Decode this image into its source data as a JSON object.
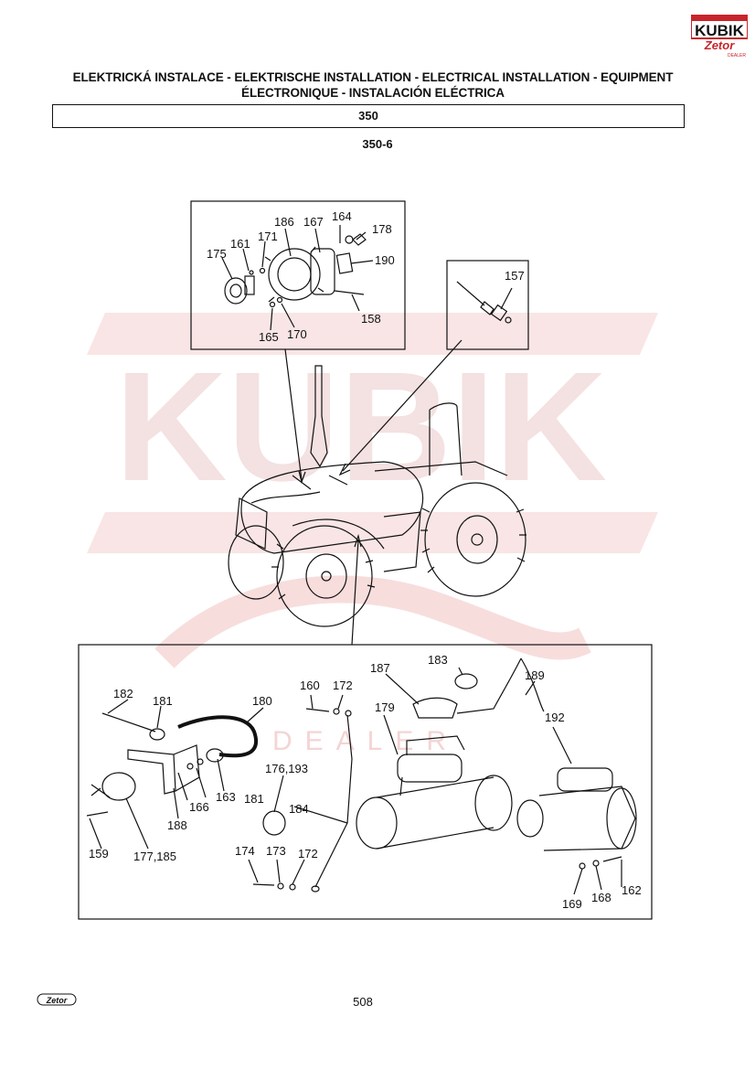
{
  "header": {
    "title_line1": "ELEKTRICKÁ INSTALACE - ELEKTRISCHE INSTALLATION - ELECTRICAL INSTALLATION - EQUIPMENT",
    "title_line2": "ÉLECTRONIQUE - INSTALACIÓN ELÉCTRICA",
    "model": "350",
    "variant": "350-6"
  },
  "logos": {
    "kubik_text": "KUBIK",
    "brand_text": "Zetor",
    "brand_sub": "DEALER",
    "footer_logo": "Zetor"
  },
  "watermark": {
    "text": "KUBIK",
    "sub": "DEALER"
  },
  "alternator_callouts": [
    "186",
    "167",
    "164",
    "178",
    "175",
    "161",
    "171",
    "190",
    "158",
    "165",
    "170"
  ],
  "sensor_callouts": [
    "157"
  ],
  "lower_callouts": [
    "182",
    "181",
    "180",
    "160",
    "172",
    "187",
    "183",
    "189",
    "179",
    "192",
    "176,193",
    "163",
    "181",
    "166",
    "188",
    "184",
    "159",
    "177,185",
    "174",
    "173",
    "172",
    "169",
    "168",
    "162"
  ],
  "footer": {
    "page_number": "508"
  },
  "colors": {
    "watermark": "#f6d6d6",
    "line": "#111111",
    "kubik_red": "#c8242b"
  }
}
